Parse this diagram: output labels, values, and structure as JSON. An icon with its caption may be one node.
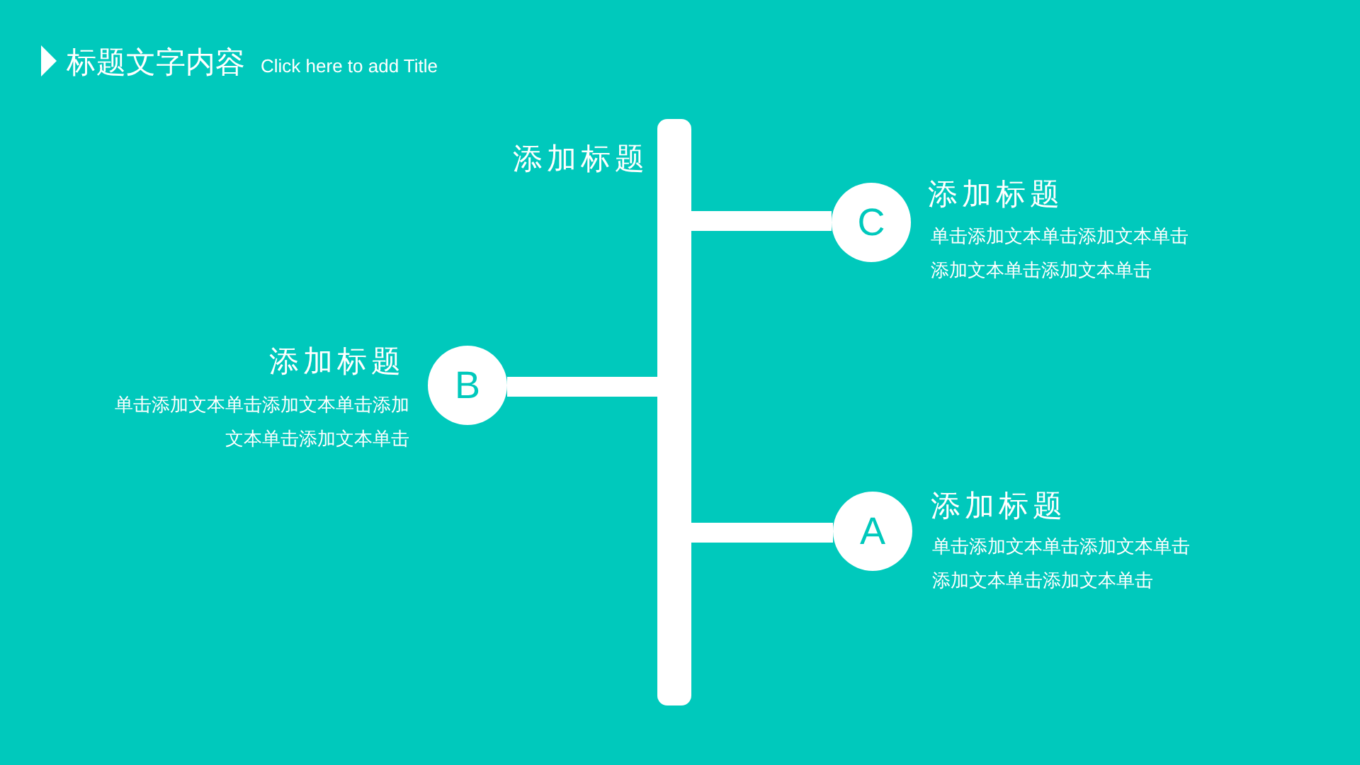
{
  "diagram": {
    "title": "标题文字内容",
    "nodes": [
      {
        "text": [],
        "shape": "bar",
        "beside": [
          "添加标题"
        ]
      },
      {
        "text": [
          "C"
        ],
        "beside": [
          "添加标题",
          "单击添加文本单击添加文本单击添加文本单击添加文本单击"
        ]
      },
      {
        "text": [
          "B"
        ],
        "beside": [
          "添加标题",
          "单击添加文本单击添加文本单击添加文本单击添加文本单击"
        ]
      },
      {
        "text": [
          "A"
        ],
        "beside": [
          "添加标题",
          "单击添加文本单击添加文本单击添加文本单击添加文本单击"
        ]
      }
    ],
    "edges": [
      {
        "from": 0,
        "to": 1,
        "arrow": "none"
      },
      {
        "from": 0,
        "to": 2,
        "arrow": "none"
      },
      {
        "from": 0,
        "to": 3,
        "arrow": "none"
      }
    ],
    "labels": [
      "Click here to add Title"
    ]
  }
}
